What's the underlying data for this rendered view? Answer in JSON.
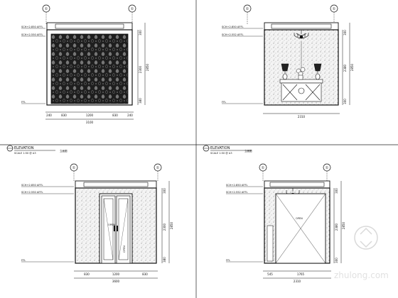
{
  "drawing": {
    "panels": [
      {
        "id": "top-left",
        "grid_marks": [
          "①",
          "①"
        ],
        "levels": [
          "SCH+2.850 AFFL",
          "SCH+2.550 AFFL",
          "FFL"
        ],
        "dims_bottom": [
          "240",
          "830",
          "1200",
          "830",
          "240"
        ],
        "dim_total": "3100",
        "dims_right": [
          "300",
          "2300",
          "380"
        ],
        "dim_right_total": "2850"
      },
      {
        "id": "top-right",
        "grid_marks": [
          "①",
          "①"
        ],
        "levels": [
          "SCH+2.850 AFFL",
          "SCH+2.552 AFFL",
          "FFL"
        ],
        "dims_bottom": [
          "2310"
        ],
        "dim_total": "",
        "dims_right": [
          "300",
          "2380",
          "300"
        ],
        "dim_right_total": "2850"
      },
      {
        "id": "bottom-left",
        "grid_marks": [
          "①",
          "①"
        ],
        "levels": [
          "SCH+2.850 AFFL",
          "SCH+2.550 AFFL",
          "FFL"
        ],
        "door_labels": [
          "OPEN",
          "OPEN"
        ],
        "dims_bottom": [
          "830",
          "1200",
          "830"
        ],
        "dim_total": "3600",
        "dims_right": [
          "300",
          "2300",
          "380"
        ],
        "dim_right_total": "2850"
      },
      {
        "id": "bottom-right",
        "grid_marks": [
          "①",
          "①"
        ],
        "levels": [
          "SCH+2.850 AFFL",
          "SCH+2.552 AFFL",
          "FFL"
        ],
        "door_labels": [
          "OPEN"
        ],
        "dims_bottom": [
          "545",
          "1765"
        ],
        "dim_total": "2310",
        "dims_right": [
          "300",
          "2380",
          "300"
        ],
        "dim_right_total": "2850"
      }
    ],
    "titles": [
      {
        "label": "ELEVATION",
        "scale": "SCALE 1:50 @ A3",
        "sub": "立面图"
      },
      {
        "label": "ELEVATION",
        "scale": "SCALE 1:50 @ A3",
        "sub": "立面图"
      }
    ],
    "watermark": {
      "text": "zhulong.com"
    }
  }
}
